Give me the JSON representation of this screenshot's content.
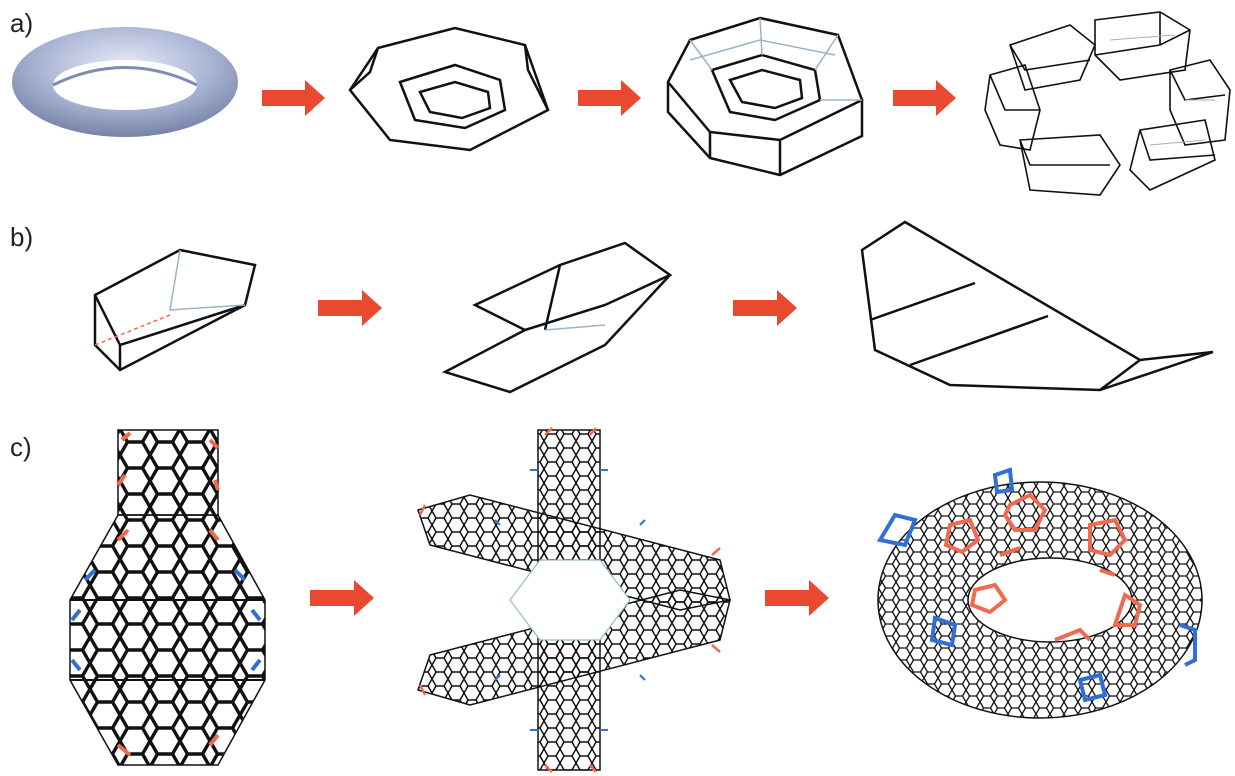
{
  "panels": [
    {
      "id": "a",
      "label": "a)"
    },
    {
      "id": "b",
      "label": "b)"
    },
    {
      "id": "c",
      "label": "c)"
    }
  ],
  "colors": {
    "arrow": "#e8492f",
    "edge": "#111111",
    "hidden_edge": "#9ab3c8",
    "highlight_red": "#f06a50",
    "highlight_blue": "#2f6fd6",
    "torus": "#a9b4d3"
  },
  "icons": [
    "arrow-right-icon"
  ]
}
